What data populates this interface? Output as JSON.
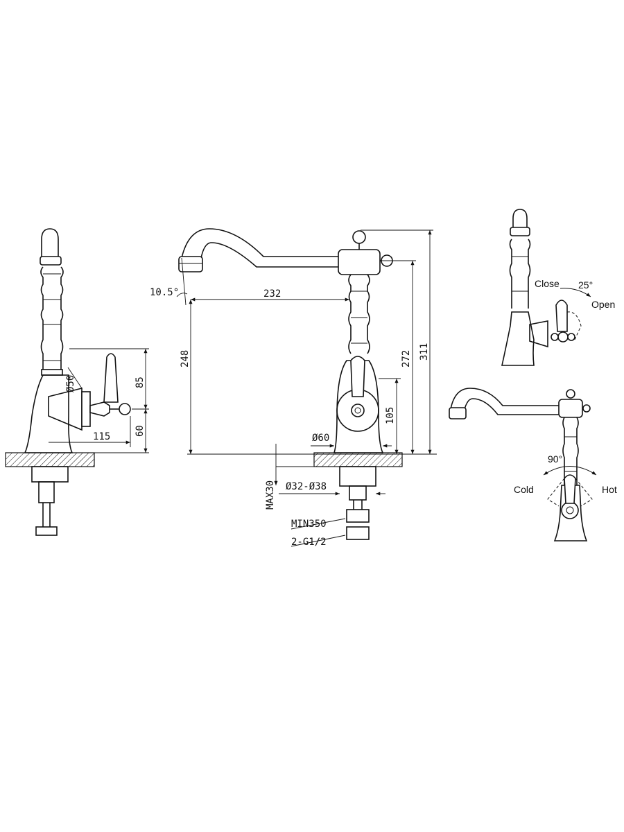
{
  "dimensions": {
    "d50": "Ø50",
    "d85": "85",
    "d60": "60",
    "d115": "115",
    "angle": "10.5°",
    "d232": "232",
    "d248": "248",
    "d272": "272",
    "d311": "311",
    "d105": "105",
    "d60dia": "Ø60",
    "max30": "MAX30",
    "d32_38": "Ø32-Ø38",
    "min350": "MIN350",
    "thread": "2-G1/2"
  },
  "handle_rotation": {
    "close_label": "Close",
    "open_label": "Open",
    "angle_25": "25°"
  },
  "swivel_rotation": {
    "angle_90": "90°",
    "cold_label": "Cold",
    "hot_label": "Hot"
  }
}
